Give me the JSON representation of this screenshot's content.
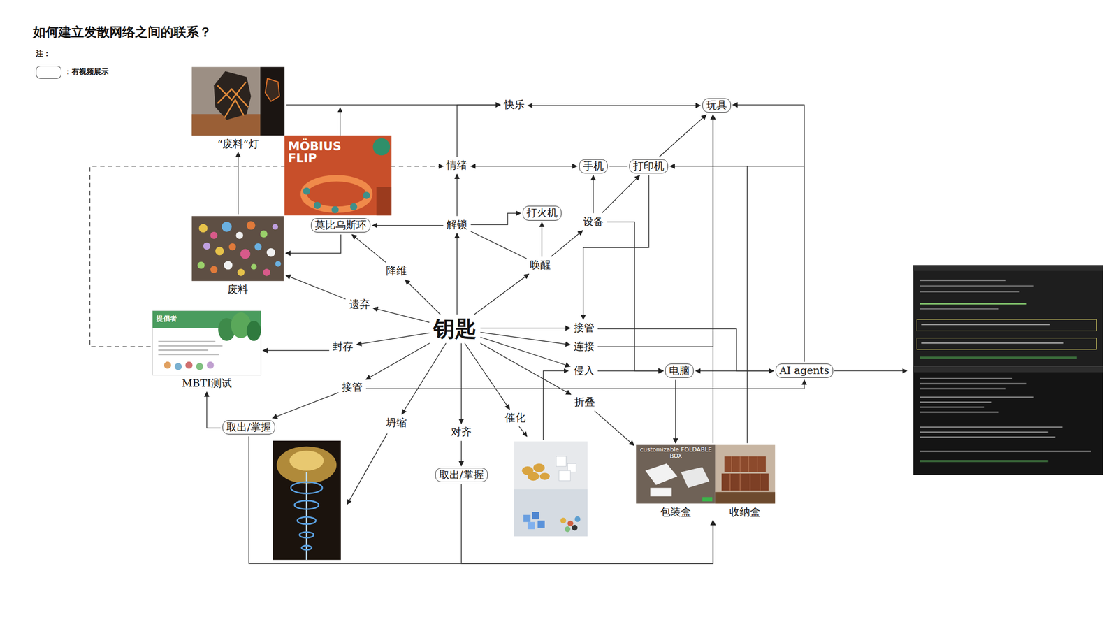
{
  "diagram": {
    "title": "如何建立发散网络之间的联系？",
    "nodes": [
      {
        "text": [
          "钥匙"
        ]
      },
      {
        "text": [
          "解锁"
        ]
      },
      {
        "text": [
          "情绪"
        ]
      },
      {
        "text": [
          "快乐"
        ]
      },
      {
        "text": [
          "玩具"
        ]
      },
      {
        "text": [
          "手机"
        ]
      },
      {
        "text": [
          "打印机"
        ]
      },
      {
        "text": [
          "打火机"
        ]
      },
      {
        "text": [
          "唤醒"
        ]
      },
      {
        "text": [
          "设备"
        ]
      },
      {
        "text": [
          "莫比乌斯环"
        ]
      },
      {
        "text": [
          "降维"
        ]
      },
      {
        "text": [
          "遗弃"
        ]
      },
      {
        "text": [
          "废料"
        ]
      },
      {
        "text": [
          "“废料”灯"
        ]
      },
      {
        "text": [
          "封存"
        ]
      },
      {
        "text": [
          "MBTI测试"
        ]
      },
      {
        "text": [
          "接管"
        ]
      },
      {
        "text": [
          "取出/掌握"
        ]
      },
      {
        "text": [
          "坍缩"
        ]
      },
      {
        "text": [
          "对齐"
        ]
      },
      {
        "text": [
          "取出/掌握"
        ]
      },
      {
        "text": [
          "催化"
        ]
      },
      {
        "text": [
          "接管"
        ]
      },
      {
        "text": [
          "连接"
        ]
      },
      {
        "text": [
          "侵入"
        ]
      },
      {
        "text": [
          "折叠"
        ]
      },
      {
        "text": [
          "电脑"
        ]
      },
      {
        "text": [
          "AI agents"
        ]
      },
      {
        "text": [
          "包装盒"
        ]
      },
      {
        "text": [
          "收纳盒"
        ]
      }
    ],
    "edges": [
      {
        "from": 0,
        "to": 1,
        "arrow": "to"
      },
      {
        "from": 1,
        "to": 2,
        "arrow": "to"
      },
      {
        "from": 2,
        "to": 3,
        "arrow": "to"
      },
      {
        "from": 14,
        "to": 3,
        "arrow": "to"
      },
      {
        "from": 3,
        "to": 4,
        "arrow": "both"
      },
      {
        "from": 2,
        "to": 5,
        "arrow": "both"
      },
      {
        "from": 5,
        "to": 6,
        "arrow": "none"
      },
      {
        "from": 6,
        "to": 4,
        "arrow": "to"
      },
      {
        "from": 9,
        "to": 5,
        "arrow": "to"
      },
      {
        "from": 9,
        "to": 6,
        "arrow": "to"
      },
      {
        "from": 8,
        "to": 9,
        "arrow": "to"
      },
      {
        "from": 8,
        "to": 7,
        "arrow": "to"
      },
      {
        "from": 1,
        "to": 7,
        "arrow": "to"
      },
      {
        "from": 1,
        "to": 8,
        "arrow": "none"
      },
      {
        "from": 0,
        "to": 8,
        "arrow": "to"
      },
      {
        "from": 1,
        "to": 10,
        "arrow": "to"
      },
      {
        "from": 0,
        "to": 11,
        "arrow": "to"
      },
      {
        "from": 11,
        "to": 10,
        "arrow": "to"
      },
      {
        "from": 10,
        "to": 13,
        "arrow": "to"
      },
      {
        "from": 13,
        "to": 14,
        "arrow": "to"
      },
      {
        "from": 0,
        "to": 12,
        "arrow": "to"
      },
      {
        "from": 12,
        "to": 13,
        "arrow": "to"
      },
      {
        "from": 0,
        "to": 15,
        "arrow": "to"
      },
      {
        "from": 15,
        "to": 16,
        "arrow": "to"
      },
      {
        "from": 16,
        "to": 2,
        "arrow": "to"
      },
      {
        "from": 0,
        "to": 17,
        "arrow": "to"
      },
      {
        "from": 17,
        "to": 18,
        "arrow": "to"
      },
      {
        "from": 18,
        "to": 16,
        "arrow": "to"
      },
      {
        "from": 17,
        "to": 28,
        "arrow": "to"
      },
      {
        "from": 0,
        "to": 19,
        "arrow": "to"
      },
      {
        "from": 0,
        "to": 20,
        "arrow": "to"
      },
      {
        "from": 20,
        "to": 21,
        "arrow": "to"
      },
      {
        "from": 18,
        "to": 29,
        "arrow": "to"
      },
      {
        "from": 21,
        "to": 29,
        "arrow": "to"
      },
      {
        "from": 0,
        "to": 22,
        "arrow": "to"
      },
      {
        "from": 0,
        "to": 23,
        "arrow": "to"
      },
      {
        "from": 0,
        "to": 24,
        "arrow": "to"
      },
      {
        "from": 0,
        "to": 25,
        "arrow": "to"
      },
      {
        "from": 0,
        "to": 26,
        "arrow": "to"
      },
      {
        "from": 23,
        "to": 28,
        "arrow": "to"
      },
      {
        "from": 24,
        "to": 4,
        "arrow": "to"
      },
      {
        "from": 25,
        "to": 27,
        "arrow": "to"
      },
      {
        "from": 6,
        "to": 23,
        "arrow": "to"
      },
      {
        "from": 9,
        "to": 27,
        "arrow": "to"
      },
      {
        "from": 27,
        "to": 28,
        "arrow": "both"
      },
      {
        "from": 27,
        "to": 29,
        "arrow": "to"
      },
      {
        "from": 26,
        "to": 29,
        "arrow": "to"
      },
      {
        "from": 29,
        "to": 4,
        "arrow": "to"
      },
      {
        "from": 30,
        "to": 6,
        "arrow": "to"
      },
      {
        "from": 28,
        "to": 4,
        "arrow": "to"
      },
      {
        "from": 28,
        "to": 6,
        "arrow": "to"
      }
    ],
    "labels": [
      "注：",
      "MÖBIUS FLIP",
      "customizable FOLDABLE BOX",
      "提倡者"
    ],
    "legend": [
      {
        "text": "：有视频展示"
      }
    ]
  }
}
